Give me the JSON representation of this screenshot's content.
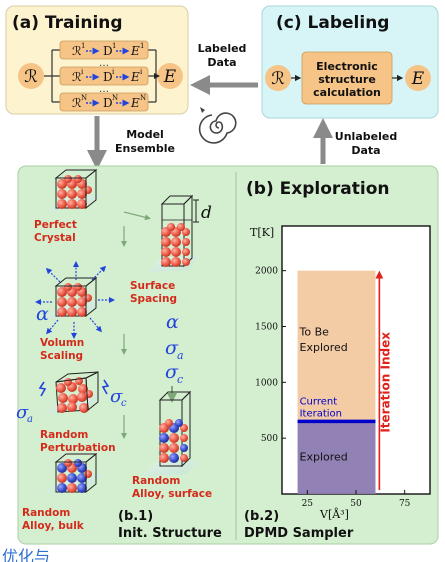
{
  "training": {
    "title": "(a) Training",
    "r_symbol": "ℛ",
    "e_symbol": "E",
    "rows": [
      {
        "r": "ℛ",
        "sup": "1",
        "d": "D",
        "e": "E"
      },
      {
        "r": "ℛ",
        "sup": "i",
        "d": "D",
        "e": "E"
      },
      {
        "r": "ℛ",
        "sup": "N",
        "d": "D",
        "e": "E"
      }
    ],
    "dots": "…"
  },
  "labeling": {
    "title": "(c) Labeling",
    "r_symbol": "ℛ",
    "e_symbol": "E",
    "box_lines": [
      "Electronic",
      "structure",
      "calculation"
    ]
  },
  "arrows": {
    "labeled_data": [
      "Labeled",
      "Data"
    ],
    "model_ensemble": [
      "Model",
      "Ensemble"
    ],
    "unlabeled_data": [
      "Unlabeled",
      "Data"
    ]
  },
  "exploration": {
    "title": "(b) Exploration",
    "b1_label": [
      "(b.1)",
      "Init. Structure"
    ],
    "b2_label": [
      "(b.2)",
      "DPMD Sampler"
    ],
    "structures": {
      "perfect_crystal": [
        "Perfect",
        "Crystal"
      ],
      "surface_spacing": [
        "Surface",
        "Spacing"
      ],
      "volume_scaling": [
        "Volumn",
        "Scaling"
      ],
      "random_perturbation": [
        "Random",
        "Perturbation"
      ],
      "random_alloy_bulk": [
        "Random",
        "Alloy, bulk"
      ],
      "random_alloy_surface": [
        "Random",
        "Alloy, surface"
      ]
    },
    "symbols": {
      "d": "d",
      "alpha": "α",
      "sigma_a": "σ",
      "sigma_c": "σ",
      "sub_a": "a",
      "sub_c": "c"
    },
    "colors": {
      "panel_green": "#d4efd0",
      "training_yellow": "#fdf3cf",
      "labeling_cyan": "#d7f5f7",
      "orange_box": "#f6c487",
      "atom_red": "#f05a4a",
      "atom_blue": "#3b4fd0",
      "explored": "#8b7ab0",
      "to_be_explored": "#f2c9a0",
      "current_iteration": "#0000cc",
      "iteration_arrow": "#e0201a"
    }
  },
  "chart_data": {
    "type": "area",
    "title": "",
    "xlabel": "V[Å³]",
    "ylabel": "T[K]",
    "xlim": [
      12,
      88
    ],
    "ylim": [
      0,
      2400
    ],
    "x_ticks": [
      "25",
      "50",
      "75"
    ],
    "x_tick_values": [
      25,
      50,
      75
    ],
    "y_ticks": [
      "500",
      "1000",
      "1500",
      "2000"
    ],
    "y_tick_values": [
      500,
      1000,
      1500,
      2000
    ],
    "regions": [
      {
        "name": "Explored",
        "x": [
          20,
          60
        ],
        "y": [
          0,
          650
        ],
        "color": "#8b7ab0"
      },
      {
        "name": "To Be Explored",
        "x": [
          20,
          60
        ],
        "y": [
          650,
          2000
        ],
        "color": "#f2c9a0"
      }
    ],
    "current_iteration": {
      "label": [
        "Current",
        "Iteration"
      ],
      "y": 650,
      "x": [
        20,
        60
      ]
    },
    "iteration_index": {
      "label": "Iteration Index",
      "x": 62,
      "y": [
        0,
        2000
      ]
    },
    "region_labels": {
      "to_be_explored": [
        "To Be",
        "Explored"
      ],
      "explored": "Explored"
    }
  },
  "footer_fragment": "优化与"
}
